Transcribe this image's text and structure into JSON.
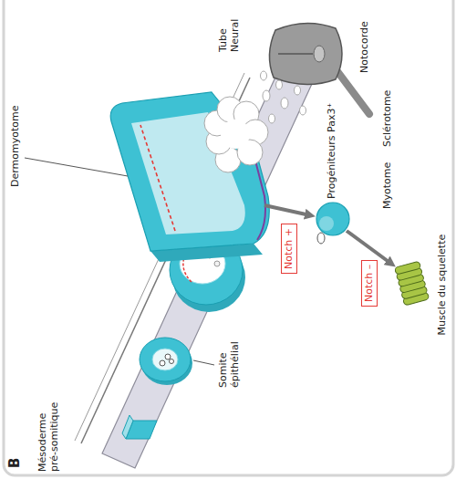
{
  "diagram": {
    "nodes": [
      {
        "text": [
          "Notch +"
        ]
      },
      {
        "text": [
          "Notch –"
        ]
      }
    ],
    "labels": [
      "B",
      "Mésoderme pré-somitique",
      "Somite épithélial",
      "Dermomyotome",
      "Tube Neural",
      "Notocorde",
      "Sclérotome",
      "Myotome",
      "Progéniteurs Pax3⁺",
      "Muscle du squelette"
    ]
  }
}
